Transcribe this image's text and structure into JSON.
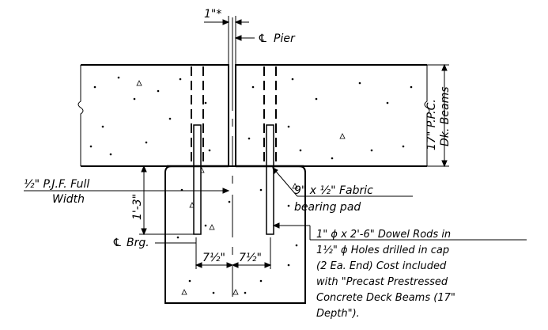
{
  "labels": {
    "gap_dim": "1\"*",
    "cl_pier": "Pier",
    "beam_depth_1": "17\" P.P.C.",
    "beam_depth_2": "Dk. Beams",
    "pjf_1": "½\" P.J.F. Full",
    "pjf_2": "Width",
    "cap_dim": "1'-3\"",
    "pad_1": "9\" x ½\" Fabric",
    "pad_2": "bearing pad",
    "cl_brg": "Brg.",
    "half_left": "7½\"",
    "half_right": "7½\"",
    "dowel_1": "1\" ϕ x 2'-6\" Dowel Rods in",
    "dowel_2": "1½\" ϕ Holes drilled in cap",
    "dowel_3": "(2 Ea. End) Cost included",
    "dowel_4": "with \"Precast Prestressed",
    "dowel_5": "Concrete Deck Beams (17\"",
    "dowel_6": "Depth\")."
  },
  "symbols": {
    "centerline": "℄"
  }
}
